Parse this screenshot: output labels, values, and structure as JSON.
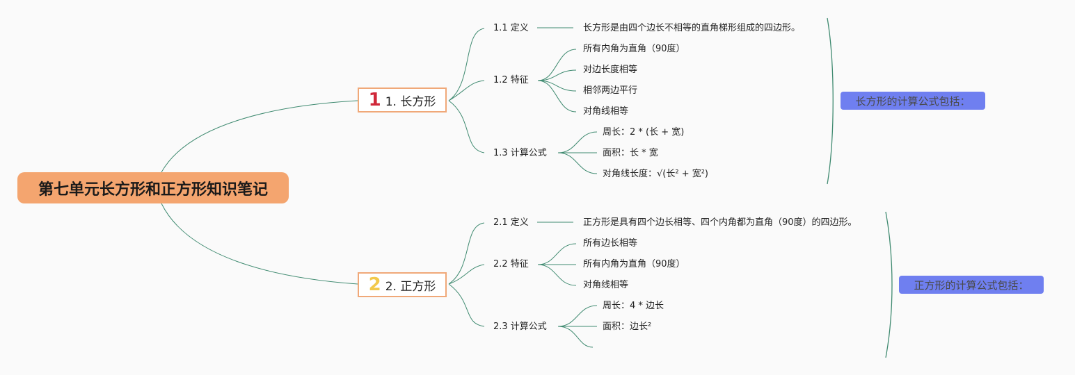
{
  "root": {
    "title": "第七单元长方形和正方形知识笔记"
  },
  "branches": [
    {
      "number": "1",
      "label": "1. 长方形",
      "number_color": "#d0283a",
      "subs": [
        {
          "label": "1.1 定义",
          "leaves": [
            "长方形是由四个边长不相等的直角梯形组成的四边形。"
          ]
        },
        {
          "label": "1.2 特征",
          "leaves": [
            "所有内角为直角（90度）",
            "对边长度相等",
            "相邻两边平行",
            "对角线相等"
          ]
        },
        {
          "label": "1.3 计算公式",
          "leaves": [
            "周长：2 * (长 + 宽)",
            "面积：长 * 宽",
            "对角线长度：√(长² + 宽²)"
          ]
        }
      ],
      "summary": "长方形的计算公式包括："
    },
    {
      "number": "2",
      "label": "2. 正方形",
      "number_color": "#f2c94c",
      "subs": [
        {
          "label": "2.1 定义",
          "leaves": [
            "正方形是具有四个边长相等、四个内角都为直角（90度）的四边形。"
          ]
        },
        {
          "label": "2.2 特征",
          "leaves": [
            "所有边长相等",
            "所有内角为直角（90度）",
            "对角线相等"
          ]
        },
        {
          "label": "2.3 计算公式",
          "leaves": [
            "周长：4 * 边长",
            "面积：边长²",
            ""
          ]
        }
      ],
      "summary": "正方形的计算公式包括："
    }
  ],
  "colors": {
    "connector": "#3f8a70",
    "root_fill": "#f4a56f",
    "branch_border": "#f0a878",
    "summary_fill": "#6f7ff0",
    "background": "#fafafa"
  }
}
